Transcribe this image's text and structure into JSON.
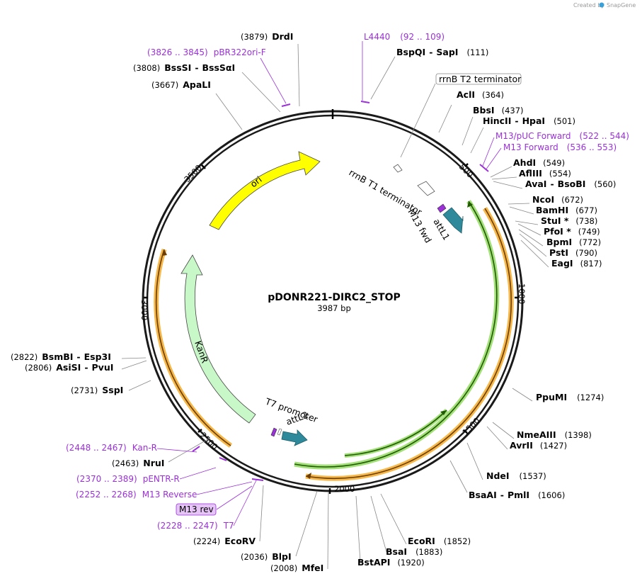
{
  "credit": {
    "prefix": "Created by",
    "brand": "SnapGene"
  },
  "plasmid": {
    "name": "pDONR221-DIRC2_STOP",
    "length": "3987 bp"
  },
  "ticks": [
    "500",
    "1000",
    "1500",
    "2000",
    "2500",
    "3000",
    "3500"
  ],
  "features": {
    "ori": "ori",
    "kanr": "KanR",
    "rrnb_t1": "rrnB T1 terminator",
    "rrnb_t2": "rrnB T2 terminator",
    "attl1": "attL1",
    "attl2": "attL2",
    "m13fwd": "M13 fwd",
    "t7prom": "T7 promoter"
  },
  "sites": [
    {
      "name": "DrdI",
      "pos": "(3879)"
    },
    {
      "name": "BssSI",
      "name2": "BssSαI",
      "pos": "(3808)"
    },
    {
      "name": "ApaLI",
      "pos": "(3667)"
    },
    {
      "name": "BspQI",
      "name2": "SapI",
      "pos": "(111)"
    },
    {
      "name": "AclI",
      "pos": "(364)"
    },
    {
      "name": "BbsI",
      "pos": "(437)"
    },
    {
      "name": "HincII",
      "name2": "HpaI",
      "pos": "(501)"
    },
    {
      "name": "AhdI",
      "pos": "(549)"
    },
    {
      "name": "AflIII",
      "pos": "(554)"
    },
    {
      "name": "AvaI",
      "name2": "BsoBI",
      "pos": "(560)"
    },
    {
      "name": "NcoI",
      "pos": "(672)"
    },
    {
      "name": "BamHI",
      "pos": "(677)"
    },
    {
      "name": "StuI *",
      "pos": "(738)"
    },
    {
      "name": "PfoI *",
      "pos": "(749)"
    },
    {
      "name": "BpmI",
      "pos": "(772)"
    },
    {
      "name": "PstI",
      "pos": "(790)"
    },
    {
      "name": "EagI",
      "pos": "(817)"
    },
    {
      "name": "PpuMI",
      "pos": "(1274)"
    },
    {
      "name": "NmeAIII",
      "pos": "(1398)"
    },
    {
      "name": "AvrII",
      "pos": "(1427)"
    },
    {
      "name": "NdeI",
      "pos": "(1537)"
    },
    {
      "name": "BsaAI",
      "name2": "PmlI",
      "pos": "(1606)"
    },
    {
      "name": "EcoRI",
      "pos": "(1852)"
    },
    {
      "name": "BsaI",
      "pos": "(1883)"
    },
    {
      "name": "BstAPI",
      "pos": "(1920)"
    },
    {
      "name": "MfeI",
      "pos": "(2008)"
    },
    {
      "name": "BlpI",
      "pos": "(2036)"
    },
    {
      "name": "EcoRV",
      "pos": "(2224)"
    },
    {
      "name": "NruI",
      "pos": "(2463)"
    },
    {
      "name": "SspI",
      "pos": "(2731)"
    },
    {
      "name": "AsiSI",
      "name2": "PvuI",
      "pos": "(2806)"
    },
    {
      "name": "BsmBI",
      "name2": "Esp3I",
      "pos": "(2822)"
    }
  ],
  "primers": [
    {
      "name": "pBR322ori-F",
      "range": "(3826 .. 3845)"
    },
    {
      "name": "L4440",
      "range": "(92 .. 109)"
    },
    {
      "name": "M13/pUC Forward",
      "range": "(522 .. 544)"
    },
    {
      "name": "M13 Forward",
      "range": "(536 .. 553)"
    },
    {
      "name": "Kan-R",
      "range": "(2448 .. 2467)"
    },
    {
      "name": "pENTR-R",
      "range": "(2370 .. 2389)"
    },
    {
      "name": "M13 Reverse",
      "range": "(2252 .. 2268)"
    },
    {
      "name": "M13 rev",
      "range": ""
    },
    {
      "name": "T7",
      "range": "(2228 .. 2247)"
    }
  ],
  "colors": {
    "backbone": "#1a1a1a",
    "ori": "#ffff00",
    "kanr": "#c8f7c8",
    "att": "#2e8a9a",
    "primer": "#9b30d9",
    "orange": "#f6b84a",
    "green": "#a4e07a"
  }
}
